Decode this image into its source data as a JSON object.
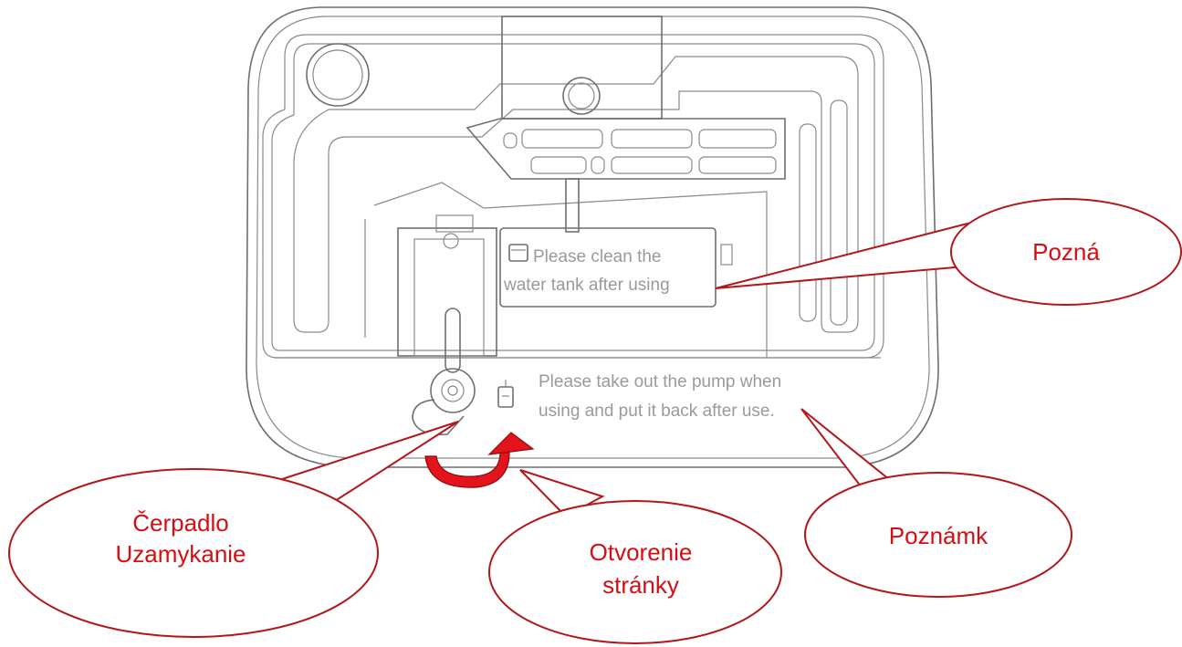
{
  "device": {
    "label_tank_line1": "Please clean the",
    "label_tank_line2": "water tank after using",
    "label_pump_line1": "Please take out the pump when",
    "label_pump_line2": "using and put it back after use."
  },
  "callouts": {
    "note_top": "Pozná",
    "pump_lock_line1": "Čerpadlo",
    "pump_lock_line2": "Uzamykanie",
    "opening_line1": "Otvorenie",
    "opening_line2": "stránky",
    "note_bottom": "Poznámk"
  },
  "colors": {
    "callout_text": "#d40f14",
    "callout_stroke": "#b3161b",
    "arrow": "#e3141b",
    "line_art": "#6f6f6f"
  },
  "icons": [
    "rotate-arrow-icon",
    "water-tank-icon",
    "pump-icon"
  ]
}
